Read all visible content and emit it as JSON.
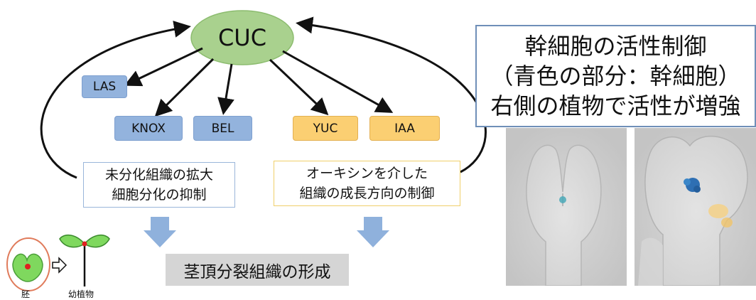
{
  "hub": {
    "label": "CUC"
  },
  "genes_blue": [
    "LAS",
    "KNOX",
    "BEL"
  ],
  "genes_orange": [
    "YUC",
    "IAA"
  ],
  "notes": {
    "left": [
      "未分化組織の拡大",
      "細胞分化の抑制"
    ],
    "right": [
      "オーキシンを介した",
      "組織の成長方向の制御"
    ]
  },
  "result": "茎頂分裂組織の形成",
  "seedling_labels": {
    "embryo": "胚",
    "seedling": "幼植物"
  },
  "title_box": {
    "lines": [
      "幹細胞の活性制御",
      "（青色の部分：幹細胞）",
      "右側の植物で活性が増強"
    ]
  },
  "colors": {
    "hub_fill": "#a9d18e",
    "gene_blue": "#93b3dd",
    "gene_orange": "#fbcf72",
    "down_arrow": "#8fb1dc",
    "stem_cell_blue": "#3a86c8"
  }
}
